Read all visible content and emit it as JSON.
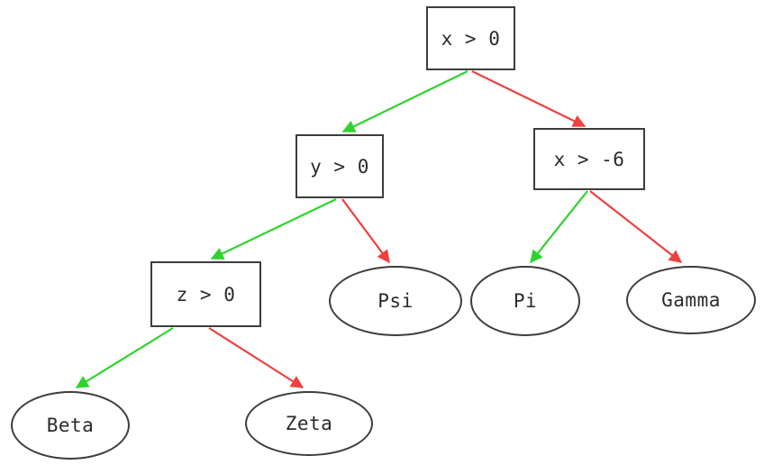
{
  "diagram": {
    "kind": "decision-tree",
    "nodes": {
      "root": {
        "label": "x > 0",
        "shape": "box"
      },
      "y": {
        "label": "y > 0",
        "shape": "box"
      },
      "x6": {
        "label": "x > -6",
        "shape": "box"
      },
      "z": {
        "label": "z > 0",
        "shape": "box"
      },
      "psi": {
        "label": "Psi",
        "shape": "ellipse"
      },
      "pi": {
        "label": "Pi",
        "shape": "ellipse"
      },
      "gamma": {
        "label": "Gamma",
        "shape": "ellipse"
      },
      "beta": {
        "label": "Beta",
        "shape": "ellipse"
      },
      "zeta": {
        "label": "Zeta",
        "shape": "ellipse"
      }
    },
    "edges": [
      {
        "from": "x > 0",
        "to": "y > 0",
        "branch": "true",
        "color": "#2fd32f"
      },
      {
        "from": "x > 0",
        "to": "x > -6",
        "branch": "false",
        "color": "#ef4040"
      },
      {
        "from": "y > 0",
        "to": "z > 0",
        "branch": "true",
        "color": "#2fd32f"
      },
      {
        "from": "y > 0",
        "to": "Psi",
        "branch": "false",
        "color": "#ef4040"
      },
      {
        "from": "x > -6",
        "to": "Pi",
        "branch": "true",
        "color": "#2fd32f"
      },
      {
        "from": "x > -6",
        "to": "Gamma",
        "branch": "false",
        "color": "#ef4040"
      },
      {
        "from": "z > 0",
        "to": "Beta",
        "branch": "true",
        "color": "#2fd32f"
      },
      {
        "from": "z > 0",
        "to": "Zeta",
        "branch": "false",
        "color": "#ef4040"
      }
    ],
    "colors": {
      "true_branch": "#2fd32f",
      "false_branch": "#ef4040",
      "node_border": "#3d3d3d",
      "text": "#2b2b2b",
      "background": "#ffffff"
    }
  }
}
